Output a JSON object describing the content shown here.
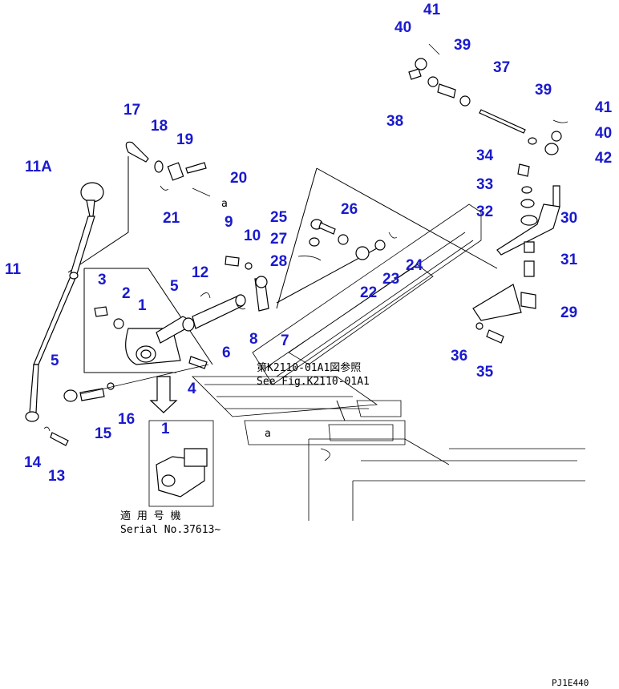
{
  "diagram": {
    "callouts": [
      {
        "id": "c-41a",
        "text": "41"
      },
      {
        "id": "c-40a",
        "text": "40"
      },
      {
        "id": "c-39a",
        "text": "39"
      },
      {
        "id": "c-37",
        "text": "37"
      },
      {
        "id": "c-38",
        "text": "38"
      },
      {
        "id": "c-39b",
        "text": "39"
      },
      {
        "id": "c-41b",
        "text": "41"
      },
      {
        "id": "c-40b",
        "text": "40"
      },
      {
        "id": "c-42",
        "text": "42"
      },
      {
        "id": "c-34",
        "text": "34"
      },
      {
        "id": "c-33",
        "text": "33"
      },
      {
        "id": "c-32",
        "text": "32"
      },
      {
        "id": "c-30",
        "text": "30"
      },
      {
        "id": "c-31",
        "text": "31"
      },
      {
        "id": "c-29",
        "text": "29"
      },
      {
        "id": "c-36",
        "text": "36"
      },
      {
        "id": "c-35",
        "text": "35"
      },
      {
        "id": "c-17",
        "text": "17"
      },
      {
        "id": "c-18",
        "text": "18"
      },
      {
        "id": "c-19",
        "text": "19"
      },
      {
        "id": "c-20",
        "text": "20"
      },
      {
        "id": "c-21",
        "text": "21"
      },
      {
        "id": "c-11a",
        "text": "11A"
      },
      {
        "id": "c-11",
        "text": "11"
      },
      {
        "id": "c-9",
        "text": "9"
      },
      {
        "id": "c-10",
        "text": "10"
      },
      {
        "id": "c-25",
        "text": "25"
      },
      {
        "id": "c-26",
        "text": "26"
      },
      {
        "id": "c-27",
        "text": "27"
      },
      {
        "id": "c-28",
        "text": "28"
      },
      {
        "id": "c-24",
        "text": "24"
      },
      {
        "id": "c-23",
        "text": "23"
      },
      {
        "id": "c-22",
        "text": "22"
      },
      {
        "id": "c-12",
        "text": "12"
      },
      {
        "id": "c-3",
        "text": "3"
      },
      {
        "id": "c-2",
        "text": "2"
      },
      {
        "id": "c-1a",
        "text": "1"
      },
      {
        "id": "c-5a",
        "text": "5"
      },
      {
        "id": "c-6",
        "text": "6"
      },
      {
        "id": "c-8",
        "text": "8"
      },
      {
        "id": "c-7",
        "text": "7"
      },
      {
        "id": "c-4",
        "text": "4"
      },
      {
        "id": "c-5b",
        "text": "5"
      },
      {
        "id": "c-15",
        "text": "15"
      },
      {
        "id": "c-16",
        "text": "16"
      },
      {
        "id": "c-14",
        "text": "14"
      },
      {
        "id": "c-13",
        "text": "13"
      },
      {
        "id": "c-1b",
        "text": "1"
      }
    ],
    "ref_marks": {
      "a1": "a",
      "a2": "a"
    },
    "notes": {
      "see_fig_jp": "第K2110-01A1図参照",
      "see_fig_en": "See Fig.K2110-01A1",
      "serial_jp": "適 用 号 機",
      "serial_en": "Serial No.37613~"
    },
    "drawing_code": "PJ1E440"
  }
}
